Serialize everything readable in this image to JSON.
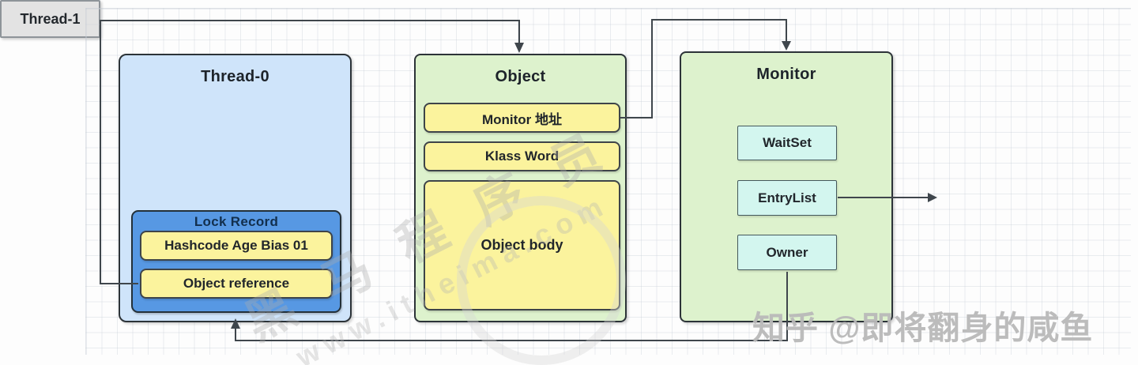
{
  "diagram": {
    "nodes": {
      "thread0": {
        "title": "Thread-0"
      },
      "lock_record": {
        "title": "Lock Record",
        "fields": [
          {
            "label": "Hashcode Age Bias 01"
          },
          {
            "label": "Object reference"
          }
        ]
      },
      "object": {
        "title": "Object",
        "fields": [
          {
            "label": "Monitor 地址"
          },
          {
            "label": "Klass Word"
          },
          {
            "label": "Object body"
          }
        ]
      },
      "monitor": {
        "title": "Monitor",
        "fields": [
          {
            "label": "WaitSet"
          },
          {
            "label": "EntryList"
          },
          {
            "label": "Owner"
          }
        ]
      },
      "thread1": {
        "title": "Thread-1"
      }
    },
    "edges": [
      {
        "from": "Object reference",
        "to": "Object",
        "style": "orthogonal-arrow"
      },
      {
        "from": "Monitor 地址",
        "to": "Monitor",
        "style": "orthogonal-arrow"
      },
      {
        "from": "EntryList",
        "to": "Thread-1",
        "style": "straight-arrow"
      },
      {
        "from": "Owner",
        "to": "Thread-0",
        "style": "orthogonal-arrow"
      }
    ],
    "colors": {
      "thread0_fill": "#cfe4fa",
      "lock_record_fill": "#5798e3",
      "yellow_fill": "#fbf39d",
      "green_fill": "#ddf2cd",
      "cyan_fill": "#d3f6ef",
      "thread1_fill": "#e3e3e3",
      "edge_stroke": "#3f464c"
    }
  },
  "watermarks": {
    "diagonal_main": "黑马程序员",
    "diagonal_sub": "www.itheima.com",
    "credit": "知乎 @即将翻身的咸鱼"
  }
}
